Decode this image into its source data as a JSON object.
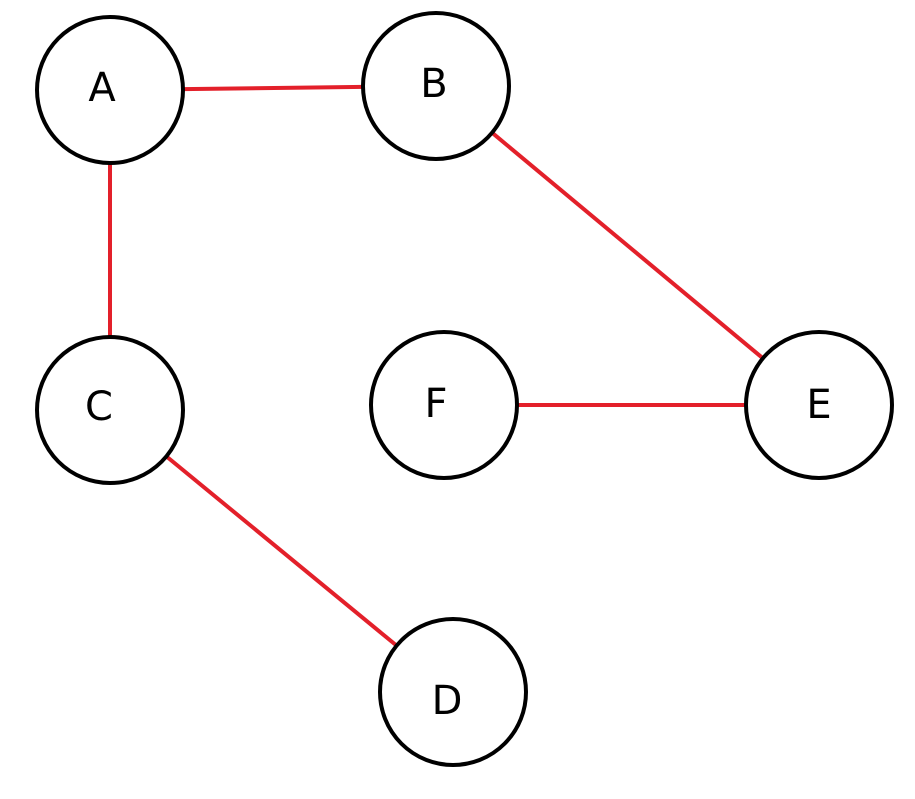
{
  "colors": {
    "edge": "#e3202a",
    "node_stroke": "#000000",
    "background": "#ffffff"
  },
  "nodes": [
    {
      "id": "A",
      "label": "A"
    },
    {
      "id": "B",
      "label": "B"
    },
    {
      "id": "C",
      "label": "C"
    },
    {
      "id": "D",
      "label": "D"
    },
    {
      "id": "E",
      "label": "E"
    },
    {
      "id": "F",
      "label": "F"
    }
  ],
  "edges": [
    {
      "from": "A",
      "to": "B"
    },
    {
      "from": "A",
      "to": "C"
    },
    {
      "from": "B",
      "to": "E"
    },
    {
      "from": "C",
      "to": "D"
    },
    {
      "from": "F",
      "to": "E"
    }
  ]
}
